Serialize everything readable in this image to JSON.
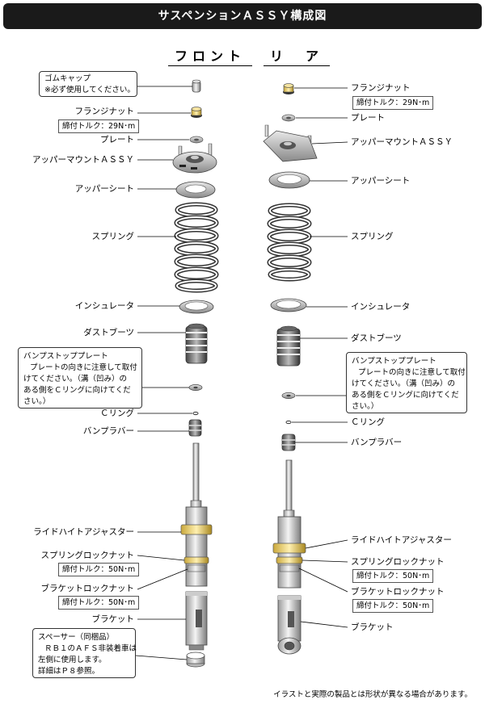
{
  "title": "サスペンションＡＳＳＹ構成図",
  "front_heading": "フロント",
  "rear_heading": "リ　ア",
  "front": {
    "cap": "ゴムキャップ",
    "cap_note": "※必ず使用してください。",
    "flange_nut": "フランジナット",
    "flange_torque": "締付トルク：29N･m",
    "plate": "プレート",
    "upper_mount": "アッパーマウントＡＳＳＹ",
    "upper_seat": "アッパーシート",
    "spring": "スプリング",
    "insulator": "インシュレータ",
    "dust_boot": "ダストブーツ",
    "bump_plate_title": "バンプストッププレート",
    "bump_plate_note": [
      "プレートの向きに注意して取付",
      "けてください。（溝（凹み）の",
      "ある側をＣリングに向けてくだ",
      "さい。）"
    ],
    "c_ring": "Ｃリング",
    "bump_rubber": "バンプラバー",
    "ride_height": "ライドハイトアジャスター",
    "spring_lock": "スプリングロックナット",
    "spring_lock_torque": "締付トルク：50N･m",
    "bracket_lock": "ブラケットロックナット",
    "bracket_lock_torque": "締付トルク：50N･m",
    "bracket": "ブラケット",
    "spacer_note": [
      "スペーサー（同梱品）",
      "ＲＢ１のＡＦＳ非装着車は",
      "左側に使用します。",
      "詳細はＰ８参照。"
    ]
  },
  "rear": {
    "flange_nut": "フランジナット",
    "flange_torque": "締付トルク：29N･m",
    "plate": "プレート",
    "upper_mount": "アッパーマウントＡＳＳＹ",
    "upper_seat": "アッパーシート",
    "spring": "スプリング",
    "insulator": "インシュレータ",
    "dust_boot": "ダストブーツ",
    "bump_plate_title": "バンプストッププレート",
    "bump_plate_note": [
      "プレートの向きに注意して取付",
      "けてください。（溝（凹み）の",
      "ある側をＣリングに向けてくだ",
      "さい。）"
    ],
    "c_ring": "Ｃリング",
    "bump_rubber": "バンプラバー",
    "ride_height": "ライドハイトアジャスター",
    "spring_lock": "スプリングロックナット",
    "spring_lock_torque": "締付トルク：50N･m",
    "bracket_lock": "ブラケットロックナット",
    "bracket_lock_torque": "締付トルク：50N･m",
    "bracket": "ブラケット"
  },
  "footer": "イラストと実際の製品とは形状が異なる場合があります。"
}
